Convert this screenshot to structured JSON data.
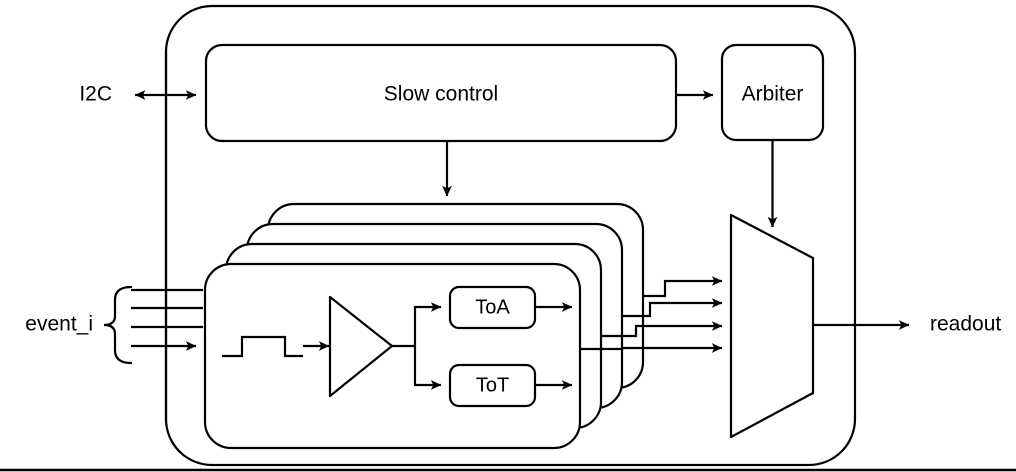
{
  "diagram": {
    "title": "ASIC pixel readout block diagram",
    "colors": {
      "stroke": "#000000",
      "fill": "#ffffff",
      "background": "#ffffff"
    },
    "external_labels": {
      "i2c": "I2C",
      "event_in": "event_i",
      "readout": "readout"
    },
    "blocks": {
      "slow_control": "Slow control",
      "arbiter": "Arbiter",
      "toa": "ToA",
      "tot": "ToT"
    },
    "channel_stack": {
      "count": 4,
      "description": "stacked identical analog front-end channels"
    },
    "signals": {
      "i2c_direction": "bidirectional",
      "slow_control_to_arbiter": "unidirectional",
      "slow_control_to_channels": "unidirectional",
      "arbiter_to_mux": "unidirectional",
      "mux_inputs": 4,
      "mux_output": "readout",
      "event_inputs": 4
    },
    "icons": {
      "pulse": "pulse-waveform-icon",
      "amplifier": "amplifier-triangle-icon",
      "multiplexer": "multiplexer-trapezoid-icon",
      "brace": "curly-brace-icon"
    }
  }
}
